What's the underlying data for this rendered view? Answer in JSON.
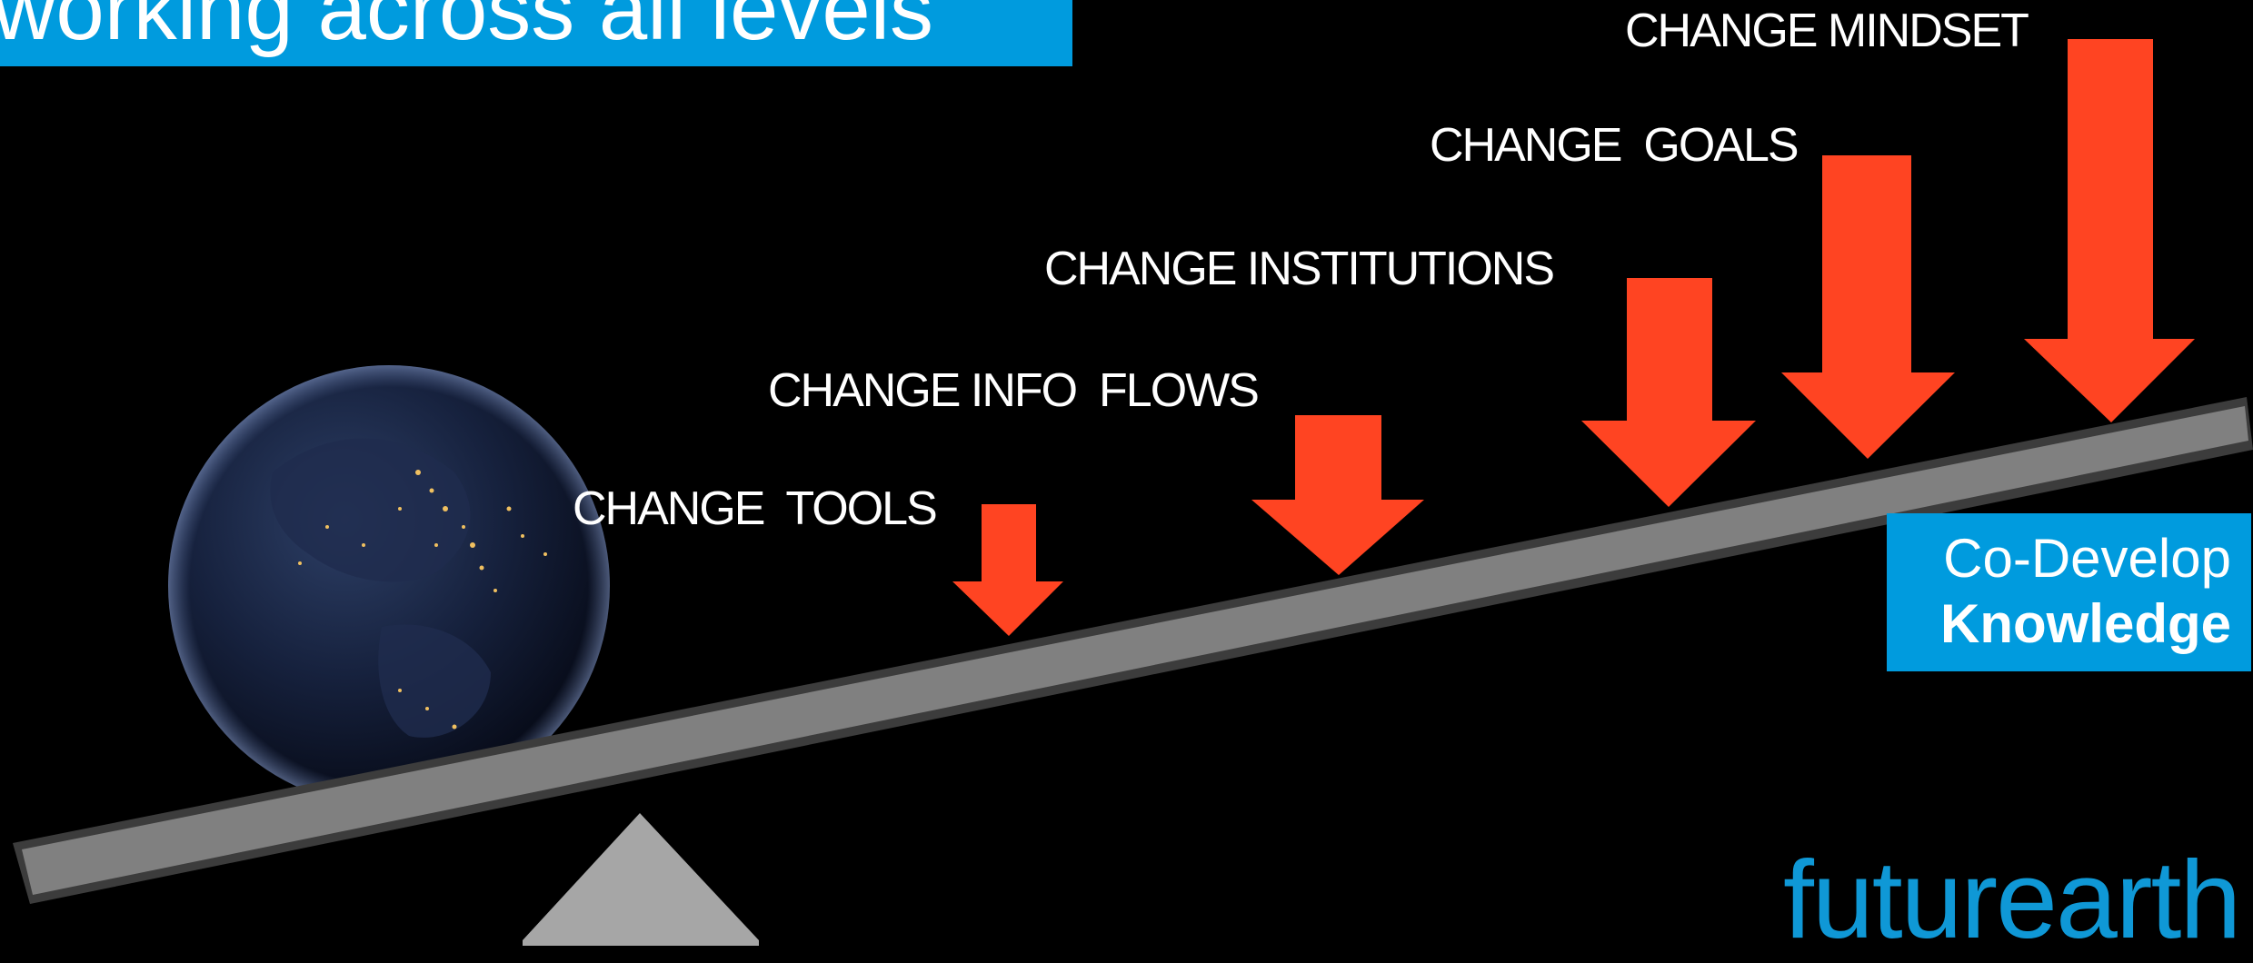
{
  "title": "working across all levels",
  "levers": [
    {
      "key": "tools",
      "label": "CHANGE  TOOLS"
    },
    {
      "key": "info",
      "label": "CHANGE INFO  FLOWS"
    },
    {
      "key": "institutions",
      "label": "CHANGE INSTITUTIONS"
    },
    {
      "key": "goals",
      "label": "CHANGE  GOALS"
    },
    {
      "key": "mindset",
      "label": "CHANGE MINDSET"
    }
  ],
  "callout": {
    "line1": "Co-Develop",
    "line2": "Knowledge"
  },
  "logo": "futurearth",
  "colors": {
    "background": "#000000",
    "accent_blue": "#009bde",
    "arrow_red": "#ff4422",
    "beam_gray": "#808080",
    "fulcrum_gray": "#a6a6a6"
  },
  "icons": [
    "earth-globe",
    "down-arrow",
    "seesaw-beam",
    "fulcrum"
  ]
}
